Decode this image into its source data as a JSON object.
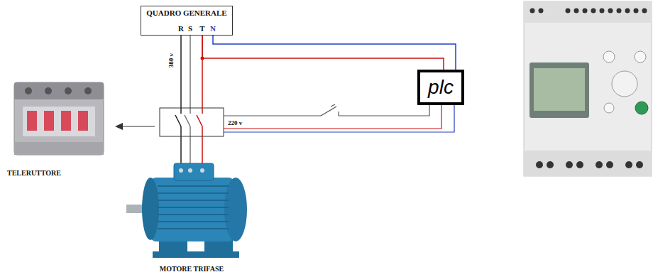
{
  "diagram": {
    "nodes": [
      {
        "text": [
          "QUADRO GENERALE",
          "R",
          "S",
          "T",
          "N"
        ]
      },
      {
        "text": [
          "plc"
        ]
      }
    ],
    "edges": [
      {
        "from": 0,
        "to": 1,
        "arrow": "none"
      },
      {
        "from": 0,
        "to": 1,
        "arrow": "none"
      }
    ],
    "labels": [
      "380 v",
      "220 v",
      "TELERUTTORE",
      "MOTORE TRIFASE"
    ]
  }
}
